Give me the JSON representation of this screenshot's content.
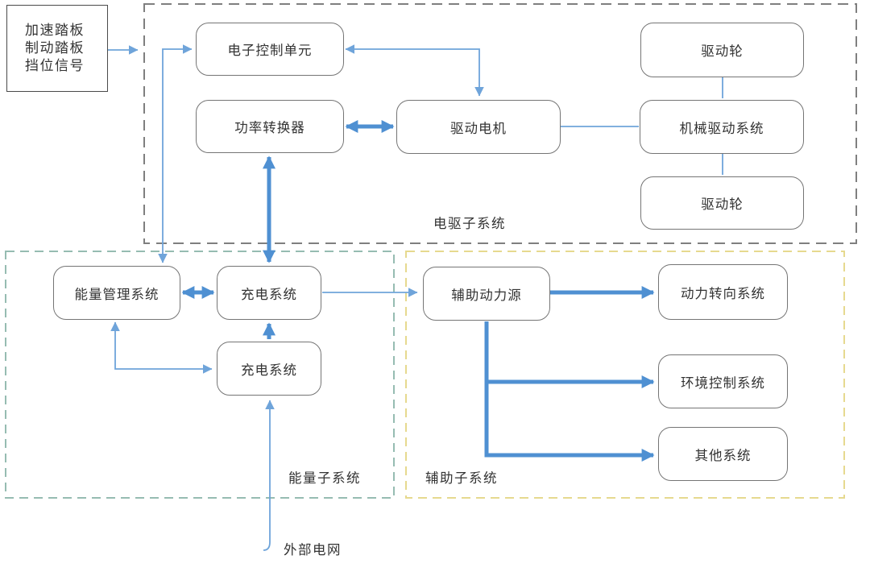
{
  "colors": {
    "thin": "#6fa4da",
    "thick": "#4f90d2",
    "node-border": "#757575",
    "signal-border": "#4a4a4a",
    "drive-border": "#7f7f7f",
    "energy-border": "#96bcb2",
    "aux-border": "#e6d98f",
    "text": "#333333",
    "bg": "#ffffff"
  },
  "nodes": {
    "signal": {
      "lines": [
        "加速踏板",
        "制动踏板",
        "挡位信号"
      ]
    },
    "ecu": {
      "label": "电子控制单元"
    },
    "power_converter": {
      "label": "功率转换器"
    },
    "drive_motor": {
      "label": "驱动电机"
    },
    "mech_drive": {
      "label": "机械驱动系统"
    },
    "wheel_top": {
      "label": "驱动轮"
    },
    "wheel_bottom": {
      "label": "驱动轮"
    },
    "energy_mgmt": {
      "label": "能量管理系统"
    },
    "charge_upper": {
      "label": "充电系统"
    },
    "charge_lower": {
      "label": "充电系统"
    },
    "aux_power": {
      "label": "辅助动力源"
    },
    "steering": {
      "label": "动力转向系统"
    },
    "env_control": {
      "label": "环境控制系统"
    },
    "other": {
      "label": "其他系统"
    }
  },
  "subsystems": {
    "drive": {
      "label": "电驱子系统"
    },
    "energy": {
      "label": "能量子系统"
    },
    "aux": {
      "label": "辅助子系统"
    }
  },
  "external": {
    "grid_label": "外部电网"
  }
}
